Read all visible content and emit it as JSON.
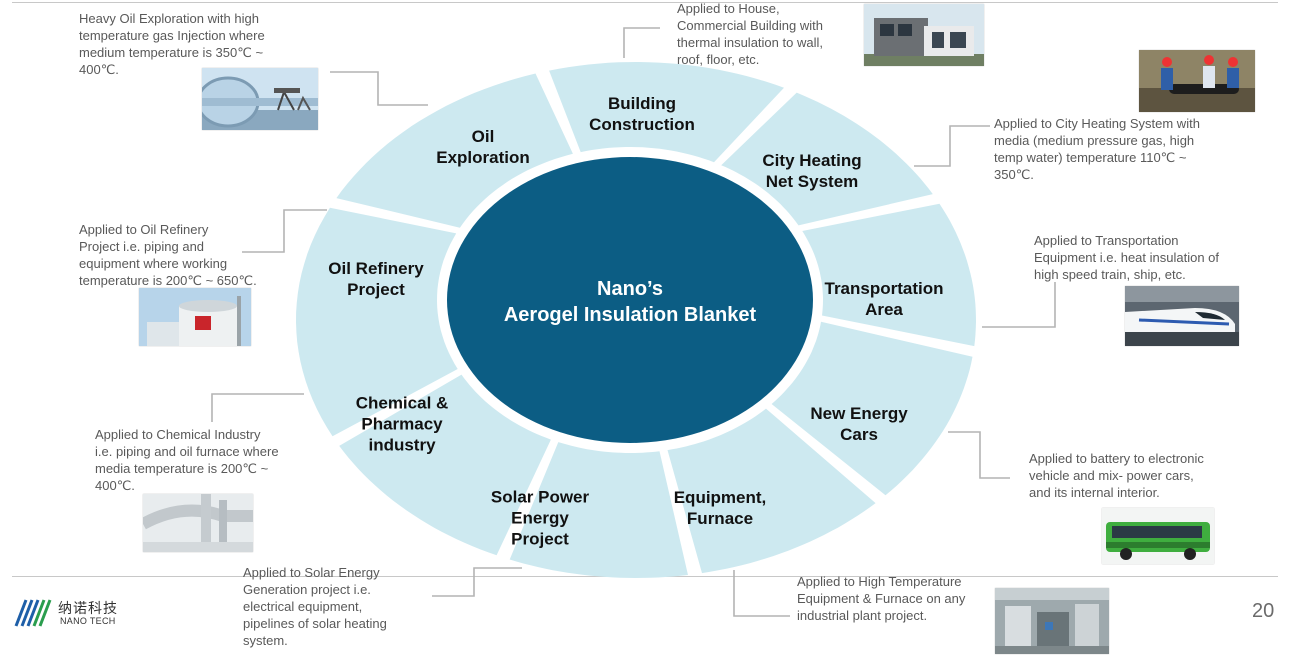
{
  "diagram": {
    "center_text": "Nano’s\nAerogel Insulation Blanket",
    "colors": {
      "ring": "#cde9f0",
      "hub": "#0c5d84",
      "divider": "#ffffff",
      "connector": "#b4b4b4"
    },
    "segments": [
      {
        "id": "oil-exploration",
        "label": "Oil\nExploration",
        "description": "Heavy Oil Exploration with high\ntemperature gas Injection where\nmedium temperature is 350℃ ~\n400℃."
      },
      {
        "id": "building-construction",
        "label": "Building\nConstruction",
        "description": "Applied to House,\nCommercial Building with\nthermal insulation to wall,\nroof, floor, etc."
      },
      {
        "id": "city-heating",
        "label": "City Heating\nNet System",
        "description": "Applied to City Heating System  with\nmedia (medium pressure  gas, high\ntemp water)  temperature 110℃ ~\n350℃."
      },
      {
        "id": "transportation",
        "label": "Transportation\nArea",
        "description": "Applied to Transportation\nEquipment i.e. heat insulation  of\nhigh speed train, ship, etc."
      },
      {
        "id": "new-energy-cars",
        "label": "New Energy\nCars",
        "description": "Applied to battery to  electronic\nvehicle and mix-  power cars,\nand its internal  interior."
      },
      {
        "id": "equipment-furnace",
        "label": "Equipment,\nFurnace",
        "description": "Applied to High  Temperature\nEquipment &  Furnace on any\nindustrial  plant project."
      },
      {
        "id": "solar-power",
        "label": "Solar Power\nEnergy\nProject",
        "description": "Applied to Solar Energy\nGeneration project i.e.\nelectrical equipment,\npipelines of solar heating\nsystem."
      },
      {
        "id": "chemical-pharmacy",
        "label": "Chemical &\nPharmacy\nindustry",
        "description": "Applied to Chemical Industry\ni.e. piping and oil furnace  where\nmedia temperature is  200℃ ~\n400℃."
      },
      {
        "id": "oil-refinery",
        "label": "Oil Refinery\nProject",
        "description": "Applied to Oil Refinery\nProject i.e. piping and\nequipment where working\ntemperature is 200℃ ~  650℃."
      }
    ]
  },
  "footer": {
    "logo_cn": "纳诺科技",
    "logo_en": "NANO TECH",
    "page_number": "20"
  }
}
